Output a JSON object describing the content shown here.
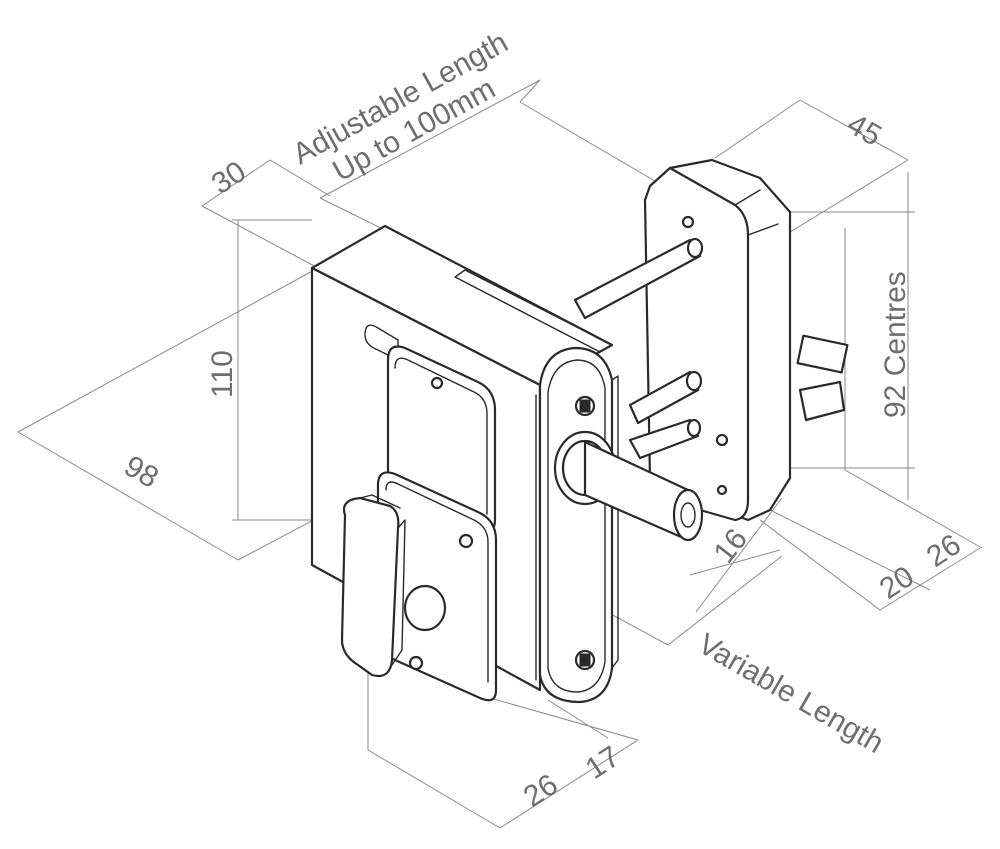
{
  "dimensions": {
    "adjustable_line1": "Adjustable Length",
    "adjustable_line2": "Up to 100mm",
    "d30": "30",
    "d45": "45",
    "d110": "110",
    "d98": "98",
    "centres": "92 Centres",
    "d16": "16",
    "d20": "20",
    "d26_right": "26",
    "variable": "Variable Length",
    "d26_bottom": "26",
    "d17": "17"
  },
  "colors": {
    "line": "#2a2a2a",
    "dimension": "#8a8a8a",
    "dimension_text": "#6e6e6e",
    "background": "#ffffff"
  }
}
